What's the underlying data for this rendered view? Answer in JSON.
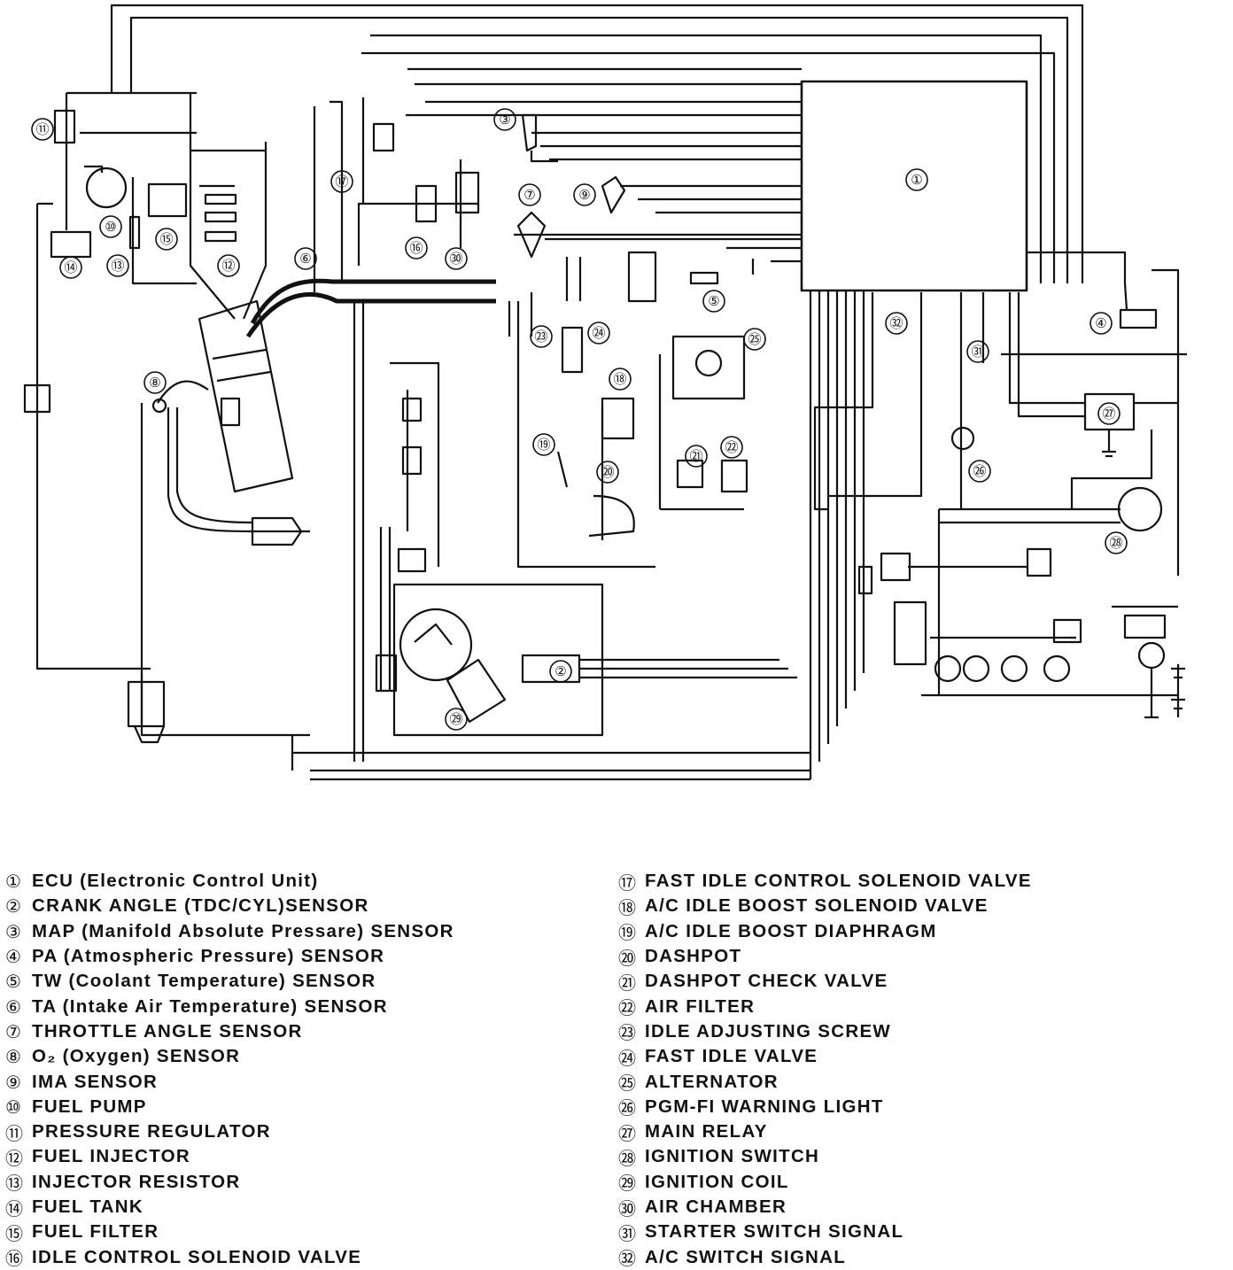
{
  "diagram": {
    "callouts": {
      "c1": "①",
      "c2": "②",
      "c3": "③",
      "c4": "④",
      "c5": "⑤",
      "c6": "⑥",
      "c7": "⑦",
      "c8": "⑧",
      "c9": "⑨",
      "c10": "⑩",
      "c11": "⑪",
      "c12": "⑫",
      "c13": "⑬",
      "c14": "⑭",
      "c15": "⑮",
      "c16": "⑯",
      "c17": "⑰",
      "c18": "⑱",
      "c19": "⑲",
      "c20": "⑳",
      "c21": "㉑",
      "c22": "㉒",
      "c23": "㉓",
      "c24": "㉔",
      "c25": "㉕",
      "c26": "㉖",
      "c27": "㉗",
      "c28": "㉘",
      "c29": "㉙",
      "c30": "㉚",
      "c31": "㉛",
      "c32": "㉜"
    }
  },
  "legend": {
    "left": [
      {
        "num": "①",
        "text": "ECU (Electronic Control Unit)"
      },
      {
        "num": "②",
        "text": "CRANK ANGLE (TDC/CYL)SENSOR"
      },
      {
        "num": "③",
        "text": "MAP (Manifold Absolute Pressare) SENSOR"
      },
      {
        "num": "④",
        "text": "PA (Atmospheric Pressure) SENSOR"
      },
      {
        "num": "⑤",
        "text": "TW (Coolant Temperature) SENSOR"
      },
      {
        "num": "⑥",
        "text": "TA (Intake Air Temperature) SENSOR"
      },
      {
        "num": "⑦",
        "text": "THROTTLE ANGLE SENSOR"
      },
      {
        "num": "⑧",
        "text": "O₂ (Oxygen) SENSOR"
      },
      {
        "num": "⑨",
        "text": "IMA  SENSOR"
      },
      {
        "num": "⑩",
        "text": "FUEL PUMP"
      },
      {
        "num": "⑪",
        "text": "PRESSURE REGULATOR"
      },
      {
        "num": "⑫",
        "text": "FUEL INJECTOR"
      },
      {
        "num": "⑬",
        "text": "INJECTOR RESISTOR"
      },
      {
        "num": "⑭",
        "text": "FUEL TANK"
      },
      {
        "num": "⑮",
        "text": "FUEL FILTER"
      },
      {
        "num": "⑯",
        "text": "IDLE CONTROL SOLENOID VALVE"
      }
    ],
    "right": [
      {
        "num": "⑰",
        "text": "FAST IDLE CONTROL SOLENOID VALVE"
      },
      {
        "num": "⑱",
        "text": "A/C IDLE BOOST SOLENOID VALVE"
      },
      {
        "num": "⑲",
        "text": "A/C IDLE BOOST DIAPHRAGM"
      },
      {
        "num": "⑳",
        "text": "DASHPOT"
      },
      {
        "num": "㉑",
        "text": "DASHPOT CHECK VALVE"
      },
      {
        "num": "㉒",
        "text": "AIR FILTER"
      },
      {
        "num": "㉓",
        "text": "IDLE ADJUSTING SCREW"
      },
      {
        "num": "㉔",
        "text": "FAST IDLE VALVE"
      },
      {
        "num": "㉕",
        "text": "ALTERNATOR"
      },
      {
        "num": "㉖",
        "text": "PGM-FI WARNING LIGHT"
      },
      {
        "num": "㉗",
        "text": "MAIN RELAY"
      },
      {
        "num": "㉘",
        "text": "IGNITION SWITCH"
      },
      {
        "num": "㉙",
        "text": "IGNITION COIL"
      },
      {
        "num": "㉚",
        "text": "AIR CHAMBER"
      },
      {
        "num": "㉛",
        "text": "STARTER SWITCH SIGNAL"
      },
      {
        "num": "㉜",
        "text": "A/C SWITCH SIGNAL"
      }
    ]
  }
}
